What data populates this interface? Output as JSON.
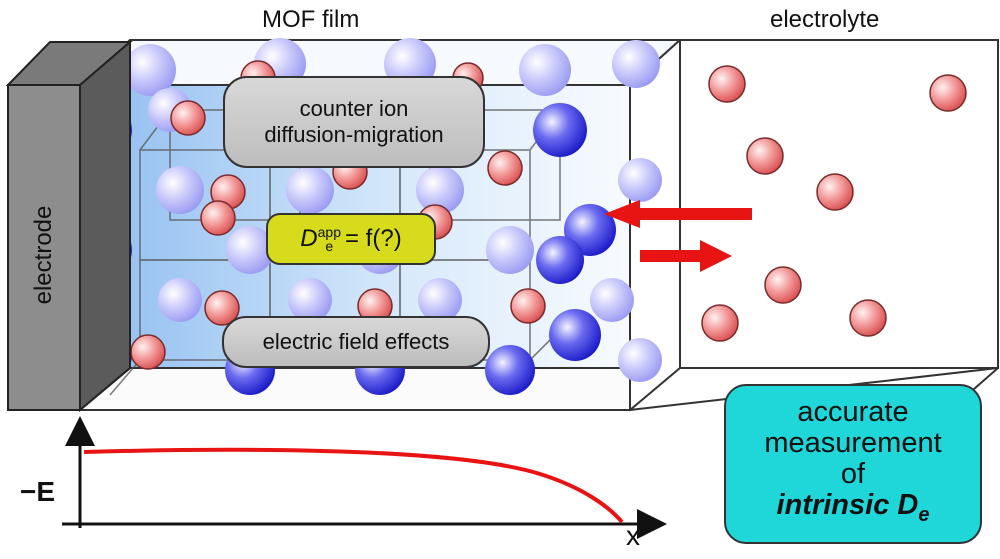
{
  "labels": {
    "mof_film": "MOF film",
    "electrolyte": "electrolyte",
    "electrode": "electrode",
    "counter_ion_line1": "counter ion",
    "counter_ion_line2": "diffusion-migration",
    "efield": "electric field effects",
    "d_symbol": "D",
    "d_sup": "app",
    "d_sub": "e",
    "d_rest": "= f(?)",
    "axis_y": "−E",
    "axis_x": "x"
  },
  "result_box": {
    "line1": "accurate",
    "line2": "measurement",
    "line3": "of",
    "line4_prefix": "intrinsic D",
    "line4_sub": "e"
  },
  "colors": {
    "electrode_front": "#8e8e8e",
    "electrode_side": "#5e5e5e",
    "mof_glow": "#9ec9f5",
    "blue_sphere": "#2f2fe0",
    "red_sphere": "#ee7f7f",
    "arrow": "#e81414",
    "curve": "#e81414",
    "pill_grey": "#c9c9c9",
    "pill_yellow": "#d6db1c",
    "result_box": "#1fd6d9"
  }
}
